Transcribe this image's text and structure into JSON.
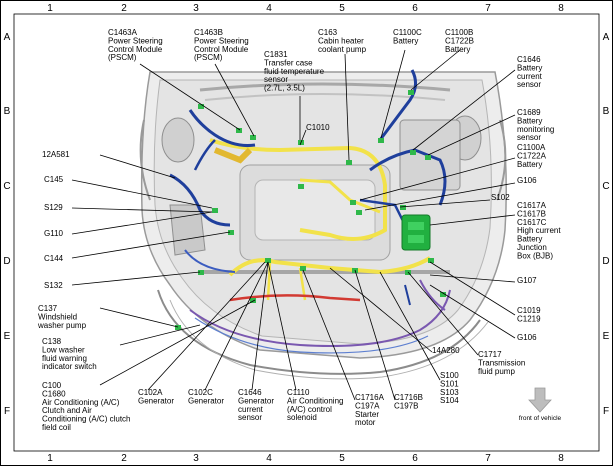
{
  "grid": {
    "columns": [
      "1",
      "2",
      "3",
      "4",
      "5",
      "6",
      "7",
      "8"
    ],
    "rows": [
      "A",
      "B",
      "C",
      "D",
      "E",
      "F"
    ]
  },
  "callouts": [
    {
      "id": "c1463a",
      "lines": [
        "C1463A",
        "Power Steering",
        "Control Module",
        "(PSCM)"
      ]
    },
    {
      "id": "c1463b",
      "lines": [
        "C1463B",
        "Power Steering",
        "Control Module",
        "(PSCM)"
      ]
    },
    {
      "id": "c1831",
      "lines": [
        "C1831",
        "Transfer case",
        "fluid temperature",
        "sensor",
        "(2.7L, 3.5L)"
      ]
    },
    {
      "id": "c163",
      "lines": [
        "C163",
        "Cabin heater",
        "coolant pump"
      ]
    },
    {
      "id": "c1100c",
      "lines": [
        "C1100C",
        "Battery"
      ]
    },
    {
      "id": "c1100b",
      "lines": [
        "C1100B",
        "C1722B",
        "Battery"
      ]
    },
    {
      "id": "c1646a",
      "lines": [
        "C1646",
        "Battery",
        "current",
        "sensor"
      ]
    },
    {
      "id": "c1689",
      "lines": [
        "C1689",
        "Battery",
        "monitoring",
        "sensor"
      ]
    },
    {
      "id": "c1100a",
      "lines": [
        "C1100A",
        "C1722A",
        "Battery"
      ]
    },
    {
      "id": "g106a",
      "lines": [
        "G106"
      ]
    },
    {
      "id": "s102",
      "lines": [
        "S102"
      ]
    },
    {
      "id": "c1617",
      "lines": [
        "C1617A",
        "C1617B",
        "C1617C",
        "High current",
        "Battery",
        "Junction",
        "Box (BJB)"
      ]
    },
    {
      "id": "c1010",
      "lines": [
        "C1010"
      ]
    },
    {
      "id": "a12a581",
      "lines": [
        "12A581"
      ]
    },
    {
      "id": "c145",
      "lines": [
        "C145"
      ]
    },
    {
      "id": "s129",
      "lines": [
        "S129"
      ]
    },
    {
      "id": "g110",
      "lines": [
        "G110"
      ]
    },
    {
      "id": "c144",
      "lines": [
        "C144"
      ]
    },
    {
      "id": "s132",
      "lines": [
        "S132"
      ]
    },
    {
      "id": "c137",
      "lines": [
        "C137",
        "Windshield",
        "washer pump"
      ]
    },
    {
      "id": "c138",
      "lines": [
        "C138",
        "Low washer",
        "fluid warning",
        "indicator switch"
      ]
    },
    {
      "id": "c100",
      "lines": [
        "C100",
        "C1680",
        "Air Conditioning (A/C)",
        "Clutch and Air",
        "Conditioning (A/C) clutch",
        "field coil"
      ]
    },
    {
      "id": "c102a",
      "lines": [
        "C102A",
        "Generator"
      ]
    },
    {
      "id": "c102c",
      "lines": [
        "C102C",
        "Generator"
      ]
    },
    {
      "id": "c1646b",
      "lines": [
        "C1646",
        "Generator",
        "current",
        "sensor"
      ]
    },
    {
      "id": "c1110",
      "lines": [
        "C1110",
        "Air Conditioning",
        "(A/C) control",
        "solenoid"
      ]
    },
    {
      "id": "c1716a",
      "lines": [
        "C1716A",
        "C197A",
        "Starter",
        "motor"
      ]
    },
    {
      "id": "c1716b",
      "lines": [
        "C1716B",
        "C197B"
      ]
    },
    {
      "id": "s100",
      "lines": [
        "S100",
        "S101",
        "S103",
        "S104"
      ]
    },
    {
      "id": "a14a280",
      "lines": [
        "14A280"
      ]
    },
    {
      "id": "c1717",
      "lines": [
        "C1717",
        "Transmission",
        "fluid pump"
      ]
    },
    {
      "id": "g106b",
      "lines": [
        "G106"
      ]
    },
    {
      "id": "c1019",
      "lines": [
        "C1019",
        "C1219"
      ]
    },
    {
      "id": "g107",
      "lines": [
        "G107"
      ]
    }
  ],
  "front_of_vehicle": "front of vehicle",
  "colors": {
    "harness_blue": "#1f3f9c",
    "harness_yellow": "#f2e24a",
    "harness_red": "#d23a32",
    "harness_purple": "#7a58b0",
    "connector_green": "#2fb84a",
    "bjb_green": "#21b040",
    "body_gray": "#d9d9d9",
    "arrow_gray": "#bdbdbd"
  }
}
